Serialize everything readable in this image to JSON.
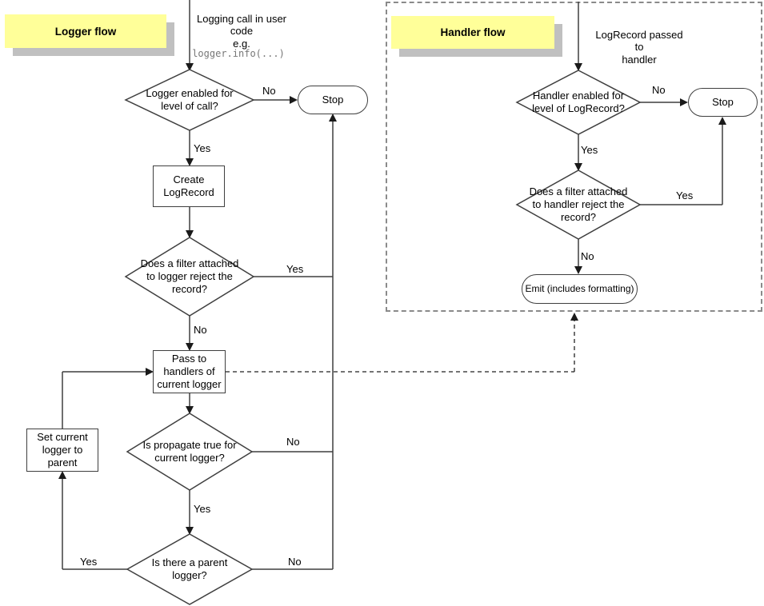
{
  "logger_flow": {
    "title": "Logger flow",
    "start_note": "Logging call in user\ncode\ne.g.",
    "start_code": "logger.info(...)",
    "nodes": {
      "enabled_check": "Logger enabled for\nlevel of call?",
      "stop": "Stop",
      "create_logrecord": "Create\nLogRecord",
      "filter_check": "Does a filter attached\nto logger reject the\nrecord?",
      "pass_to_handlers": "Pass to\nhandlers of\ncurrent logger",
      "propagate_check": "Is propagate true for\ncurrent logger?",
      "parent_check": "Is there a parent\nlogger?",
      "set_current_logger": "Set current\nlogger to parent"
    },
    "edge_labels": {
      "enabled_no": "No",
      "enabled_yes": "Yes",
      "filter_yes": "Yes",
      "filter_no": "No",
      "propagate_no": "No",
      "propagate_yes": "Yes",
      "parent_yes": "Yes",
      "parent_no": "No"
    }
  },
  "handler_flow": {
    "title": "Handler flow",
    "start_note": "LogRecord passed to\nhandler",
    "nodes": {
      "enabled_check": "Handler enabled for\nlevel of LogRecord?",
      "stop": "Stop",
      "filter_check": "Does a filter attached\nto handler reject the\nrecord?",
      "emit": "Emit (includes formatting)"
    },
    "edge_labels": {
      "enabled_no": "No",
      "enabled_yes": "Yes",
      "filter_yes": "Yes",
      "filter_no": "No"
    }
  },
  "colors": {
    "title_background": "#ffff99",
    "title_shadow": "#c0c0c0",
    "line": "#3f3f3f",
    "code_text": "#777777",
    "handler_border": "#8a8a8a"
  }
}
